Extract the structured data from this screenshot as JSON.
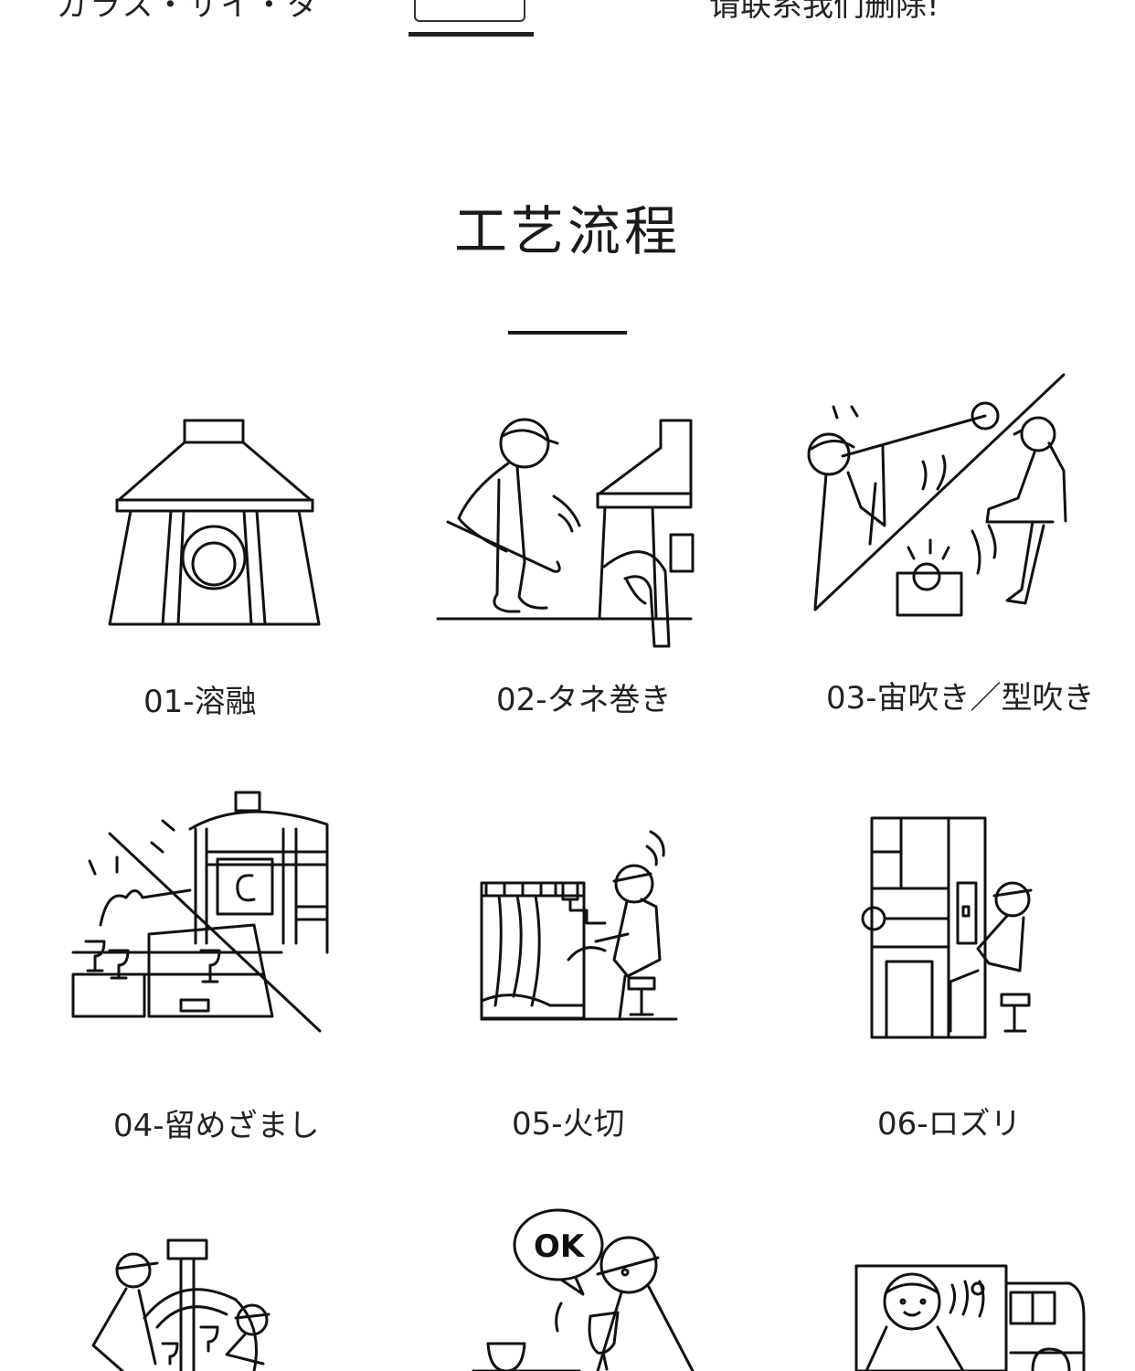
{
  "header": {
    "left_text": "ガラス・サイ・タ",
    "right_text": "请联系我们删除!"
  },
  "section": {
    "title": "工艺流程"
  },
  "steps": [
    {
      "label": "01-溶融",
      "icon": "furnace-icon"
    },
    {
      "label": "02-タネ巻き",
      "icon": "gathering-worker-icon"
    },
    {
      "label": "03-宙吹き／型吹き",
      "icon": "glass-blowing-icon"
    },
    {
      "label": "04-留めざまし",
      "icon": "annealing-oven-icon"
    },
    {
      "label": "05-火切",
      "icon": "fire-cutting-worker-icon"
    },
    {
      "label": "06-ロズリ",
      "icon": "rim-grinding-worker-icon"
    },
    {
      "label": "",
      "icon": "polishing-wheel-workers-icon"
    },
    {
      "label": "",
      "icon": "inspection-ok-icon",
      "bubble_text": "OK"
    },
    {
      "label": "",
      "icon": "delivery-truck-icon"
    }
  ]
}
